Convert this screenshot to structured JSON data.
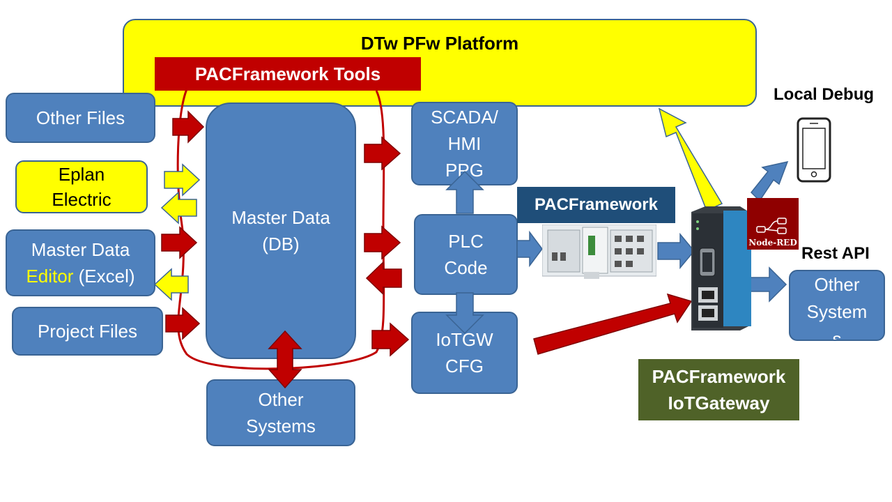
{
  "platform": {
    "title": "DTw PFw Platform"
  },
  "tools_banner": {
    "label": "PACFramework Tools"
  },
  "inputs": {
    "other_files": "Other Files",
    "eplan": [
      "Eplan",
      "Electric"
    ],
    "master_editor": [
      "Master Data",
      "Editor",
      "(Excel)"
    ],
    "project_files": "Project Files"
  },
  "master_data": [
    "Master Data",
    "(DB)"
  ],
  "other_systems_bottom": [
    "Other",
    "Systems"
  ],
  "outputs": {
    "scada": [
      "SCADA/",
      "HMI",
      "PPG"
    ],
    "plc": [
      "PLC",
      "Code"
    ],
    "iotgw": [
      "IoTGW",
      "CFG"
    ]
  },
  "pacframework_label": "PACFramework",
  "node_red_label": "Node-RED",
  "local_debug": "Local Debug",
  "rest_api": "Rest API",
  "other_systems_right": [
    "Other",
    "System",
    "s"
  ],
  "iot_gateway_label": [
    "PACFramework",
    "IoTGateway"
  ],
  "colors": {
    "box_blue": "#4f81bd",
    "platform_yellow": "#ffff00",
    "tools_red": "#c00000",
    "arrow_red": "#c00000",
    "arrow_yellow": "#ffff00",
    "pacframework_navy": "#1f4e79",
    "gateway_green": "#4f6228",
    "node_red": "#8f0000"
  }
}
